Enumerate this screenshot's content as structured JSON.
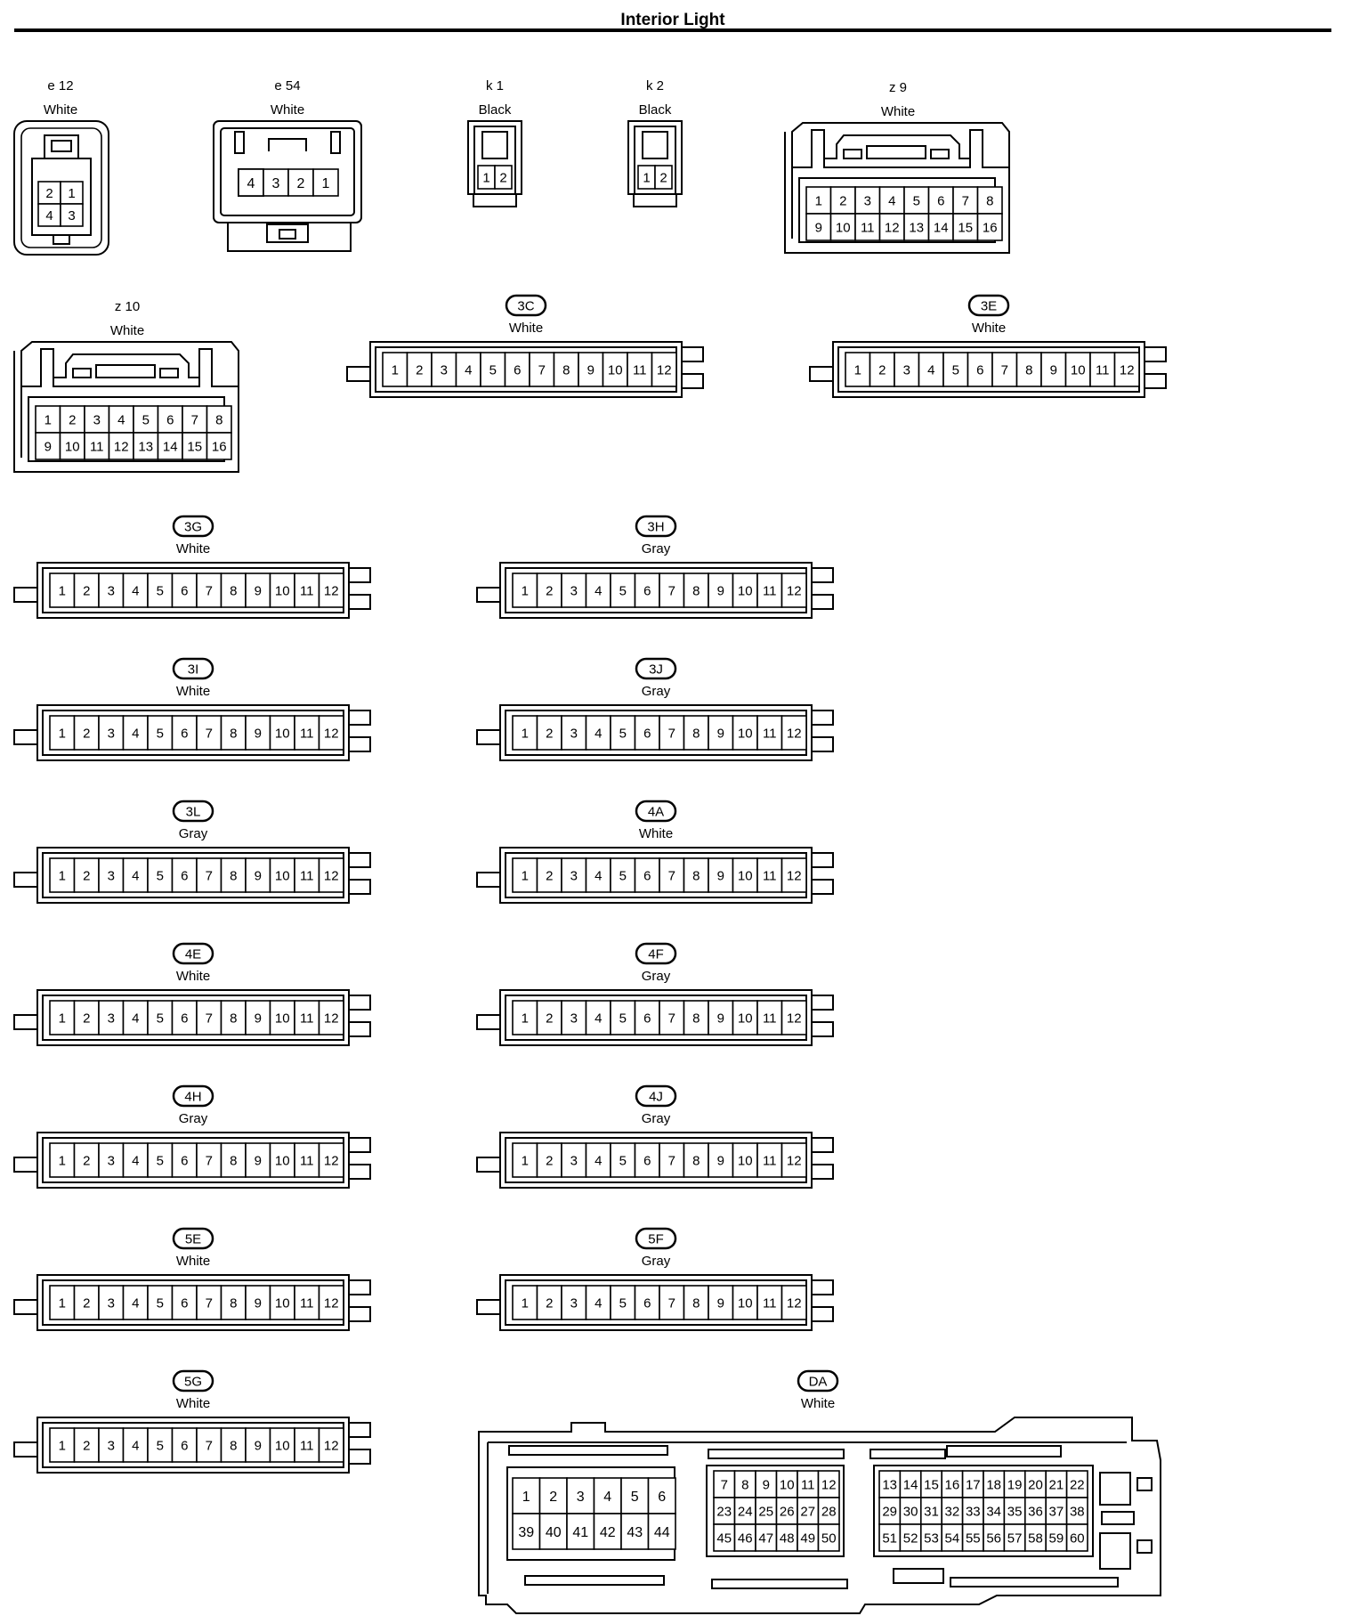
{
  "title": "Interior Light",
  "colors": {
    "ink": "#000000",
    "paper": "#ffffff"
  },
  "top_connectors": [
    {
      "id": "e 12",
      "color": "White",
      "pins": [
        "2",
        "1",
        "4",
        "3"
      ]
    },
    {
      "id": "e 54",
      "color": "White",
      "pins": [
        "4",
        "3",
        "2",
        "1"
      ]
    },
    {
      "id": "k 1",
      "color": "Black",
      "pins": [
        "1",
        "2"
      ]
    },
    {
      "id": "k 2",
      "color": "Black",
      "pins": [
        "1",
        "2"
      ]
    },
    {
      "id": "z 9",
      "color": "White",
      "rows": [
        [
          "1",
          "2",
          "3",
          "4",
          "5",
          "6",
          "7",
          "8"
        ],
        [
          "9",
          "10",
          "11",
          "12",
          "13",
          "14",
          "15",
          "16"
        ]
      ]
    },
    {
      "id": "z 10",
      "color": "White",
      "rows": [
        [
          "1",
          "2",
          "3",
          "4",
          "5",
          "6",
          "7",
          "8"
        ],
        [
          "9",
          "10",
          "11",
          "12",
          "13",
          "14",
          "15",
          "16"
        ]
      ]
    }
  ],
  "strip_pins": [
    "1",
    "2",
    "3",
    "4",
    "5",
    "6",
    "7",
    "8",
    "9",
    "10",
    "11",
    "12"
  ],
  "strip_connectors": [
    {
      "code": "3C",
      "color": "White"
    },
    {
      "code": "3E",
      "color": "White"
    },
    {
      "code": "3G",
      "color": "White"
    },
    {
      "code": "3H",
      "color": "Gray"
    },
    {
      "code": "3I",
      "color": "White"
    },
    {
      "code": "3J",
      "color": "Gray"
    },
    {
      "code": "3L",
      "color": "Gray"
    },
    {
      "code": "4A",
      "color": "White"
    },
    {
      "code": "4E",
      "color": "White"
    },
    {
      "code": "4F",
      "color": "Gray"
    },
    {
      "code": "4H",
      "color": "Gray"
    },
    {
      "code": "4J",
      "color": "Gray"
    },
    {
      "code": "5E",
      "color": "White"
    },
    {
      "code": "5F",
      "color": "Gray"
    },
    {
      "code": "5G",
      "color": "White"
    }
  ],
  "da_connector": {
    "code": "DA",
    "color": "White",
    "block_a": [
      [
        "1",
        "2",
        "3",
        "4",
        "5",
        "6"
      ],
      [
        "39",
        "40",
        "41",
        "42",
        "43",
        "44"
      ]
    ],
    "block_b": [
      [
        "7",
        "8",
        "9",
        "10",
        "11",
        "12"
      ],
      [
        "23",
        "24",
        "25",
        "26",
        "27",
        "28"
      ],
      [
        "45",
        "46",
        "47",
        "48",
        "49",
        "50"
      ]
    ],
    "block_c": [
      [
        "13",
        "14",
        "15",
        "16",
        "17",
        "18",
        "19",
        "20",
        "21",
        "22"
      ],
      [
        "29",
        "30",
        "31",
        "32",
        "33",
        "34",
        "35",
        "36",
        "37",
        "38"
      ],
      [
        "51",
        "52",
        "53",
        "54",
        "55",
        "56",
        "57",
        "58",
        "59",
        "60"
      ]
    ]
  }
}
